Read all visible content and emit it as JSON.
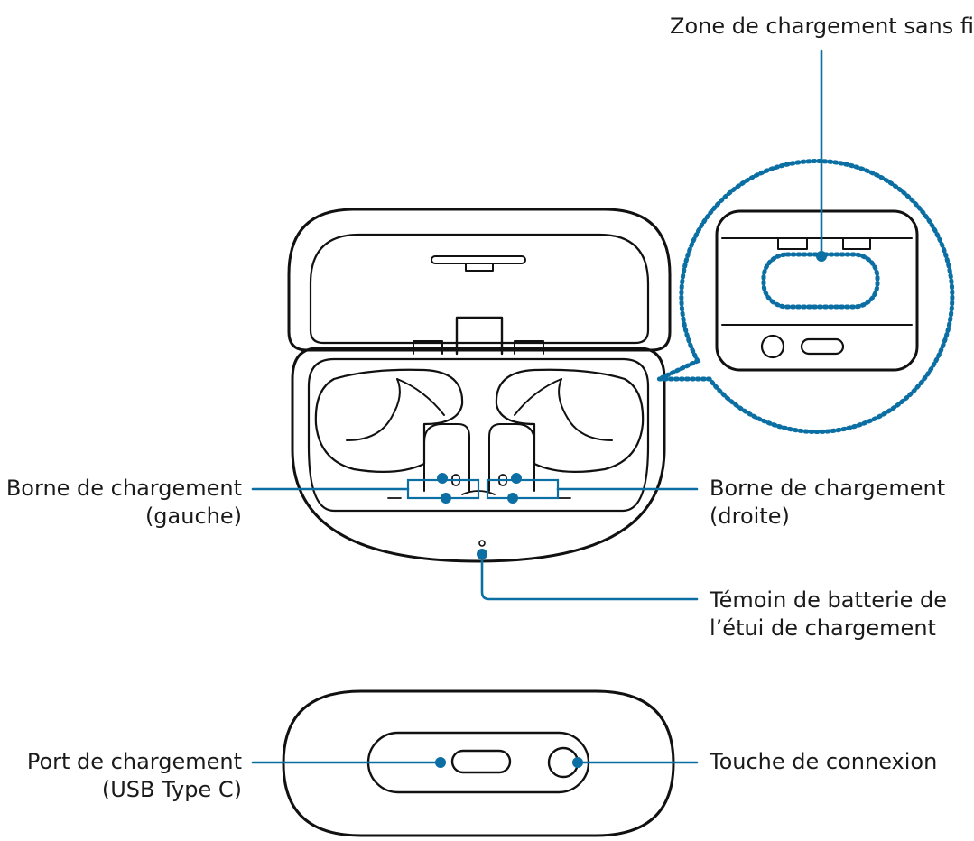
{
  "labels": {
    "wireless_zone": "Zone de chargement sans fil",
    "contact_left_line1": "Borne de chargement",
    "contact_left_line2": "(gauche)",
    "contact_right_line1": "Borne de chargement",
    "contact_right_line2": "(droite)",
    "indicator_line1": "Témoin de batterie de",
    "indicator_line2": "l’étui de chargement",
    "port_line1": "Port de chargement",
    "port_line2": "(USB Type C)",
    "pairing_button": "Touche de connexion"
  },
  "colors": {
    "callout": "#0b6fa4",
    "outline": "#111111"
  }
}
